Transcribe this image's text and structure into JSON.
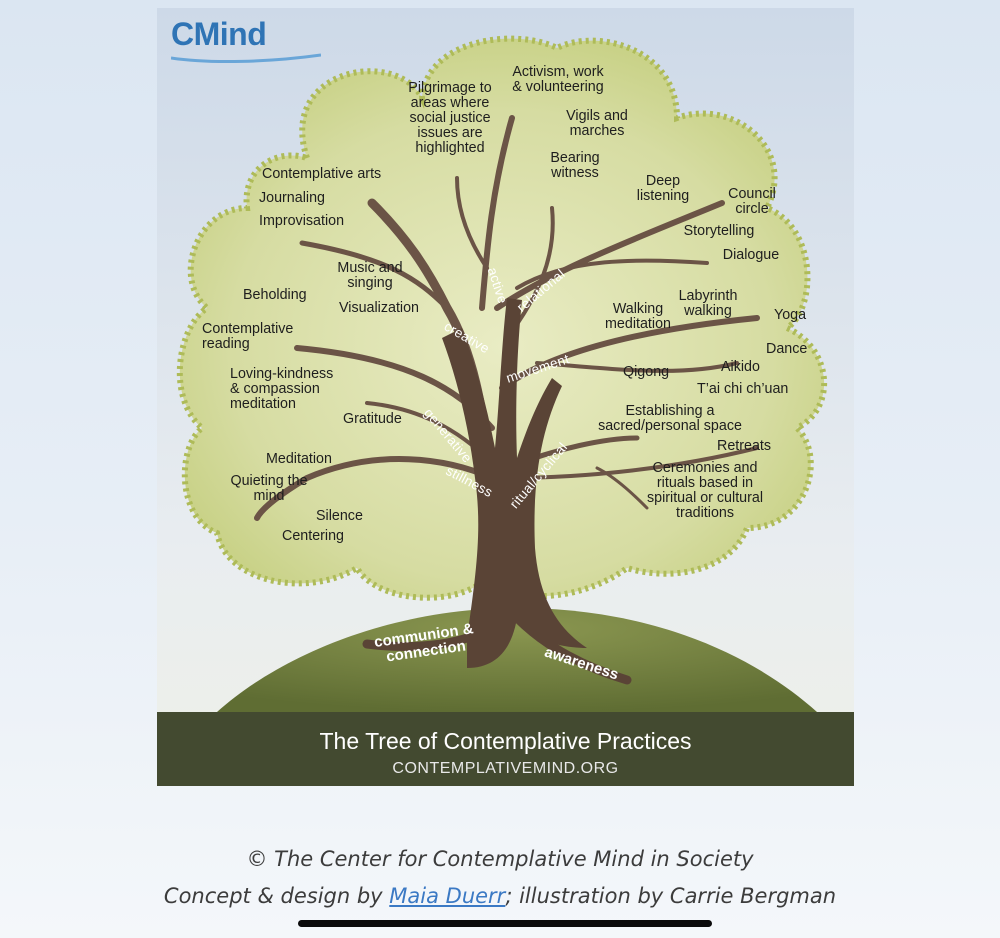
{
  "logo": {
    "text": "CMind"
  },
  "tree": {
    "categories": {
      "active": "active",
      "relational": "relational",
      "creative": "creative",
      "movement": "movement",
      "generative": "generative",
      "stillness": "stillness",
      "ritual": "ritual/cyclical"
    },
    "roots": {
      "communion": "communion &\nconnection",
      "awareness": "awareness"
    },
    "practices": {
      "pilgrimage": "Pilgrimage to\nareas where\nsocial justice\nissues are\nhighlighted",
      "activism": "Activism, work\n& volunteering",
      "vigils": "Vigils and\nmarches",
      "bearing": "Bearing\nwitness",
      "deep_listening": "Deep\nlistening",
      "council": "Council\ncircle",
      "storytelling": "Storytelling",
      "dialogue": "Dialogue",
      "contemplative_arts": "Contemplative arts",
      "journaling": "Journaling",
      "improvisation": "Improvisation",
      "music": "Music and\nsinging",
      "beholding": "Beholding",
      "visualization": "Visualization",
      "reading": "Contemplative\nreading",
      "loving": "Loving-kindness\n& compassion\nmeditation",
      "gratitude": "Gratitude",
      "meditation": "Meditation",
      "quieting": "Quieting the\nmind",
      "silence": "Silence",
      "centering": "Centering",
      "walking_meditation": "Walking\nmeditation",
      "labyrinth": "Labyrinth\nwalking",
      "yoga": "Yoga",
      "dance": "Dance",
      "qigong": "Qigong",
      "aikido": "Aikido",
      "taichi": "T’ai chi ch’uan",
      "sacred_space": "Establishing a\nsacred/personal space",
      "retreats": "Retreats",
      "ceremonies": "Ceremonies and\nrituals based in\nspiritual or cultural\ntraditions"
    }
  },
  "banner": {
    "title": "The Tree of Contemplative Practices",
    "url": "CONTEMPLATIVEMIND.ORG"
  },
  "caption": {
    "copyright": "© The Center for Contemplative Mind in Society",
    "credit_prefix": "Concept & design by ",
    "credit_link": "Maia Duerr",
    "credit_suffix": "; illustration by Carrie Bergman"
  },
  "colors": {
    "foliage": "#d3da9a",
    "foliage_edge": "#b9c46c",
    "trunk": "#5a4436",
    "hill": "#6b7a3c",
    "banner": "#434a30",
    "link": "#3b79c4",
    "logo": "#2f74b5"
  }
}
